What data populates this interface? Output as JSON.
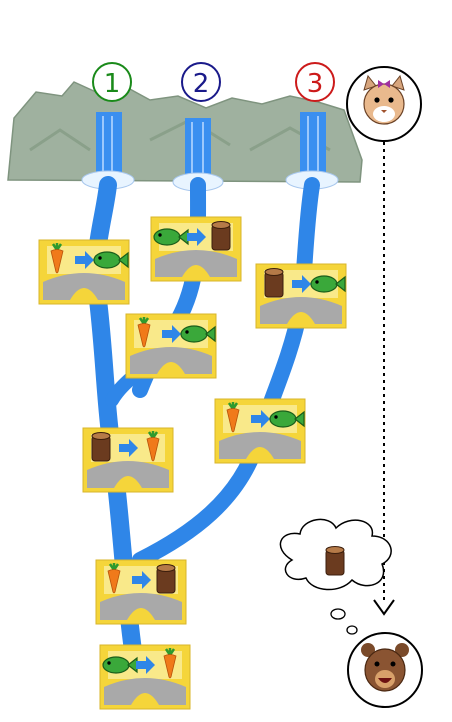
{
  "rivers": [
    {
      "label": "1",
      "color": "#1a8a1a"
    },
    {
      "label": "2",
      "color": "#1a1a8a"
    },
    {
      "label": "3",
      "color": "#cc1a1a"
    }
  ],
  "characters": {
    "top": {
      "icon": "cat-face-icon"
    },
    "bottom": {
      "icon": "bear-face-icon"
    },
    "thought": {
      "icon": "log-icon"
    }
  },
  "bridges": [
    {
      "name": "bridge-1",
      "from": "carrot-icon",
      "to": "fish-icon"
    },
    {
      "name": "bridge-2",
      "from": "fish-icon",
      "to": "log-icon"
    },
    {
      "name": "bridge-3",
      "from": "log-icon",
      "to": "fish-icon"
    },
    {
      "name": "bridge-4",
      "from": "carrot-icon",
      "to": "fish-icon"
    },
    {
      "name": "bridge-5",
      "from": "carrot-icon",
      "to": "fish-icon"
    },
    {
      "name": "bridge-6",
      "from": "log-icon",
      "to": "carrot-icon"
    },
    {
      "name": "bridge-7",
      "from": "carrot-icon",
      "to": "log-icon"
    },
    {
      "name": "bridge-8",
      "from": "fish-icon",
      "to": "carrot-icon"
    }
  ],
  "colors": {
    "water": "#2f86e8",
    "mountain": "#9fb19f",
    "bridge_bg": "#f5d53a",
    "arch": "#a9a9a9"
  }
}
